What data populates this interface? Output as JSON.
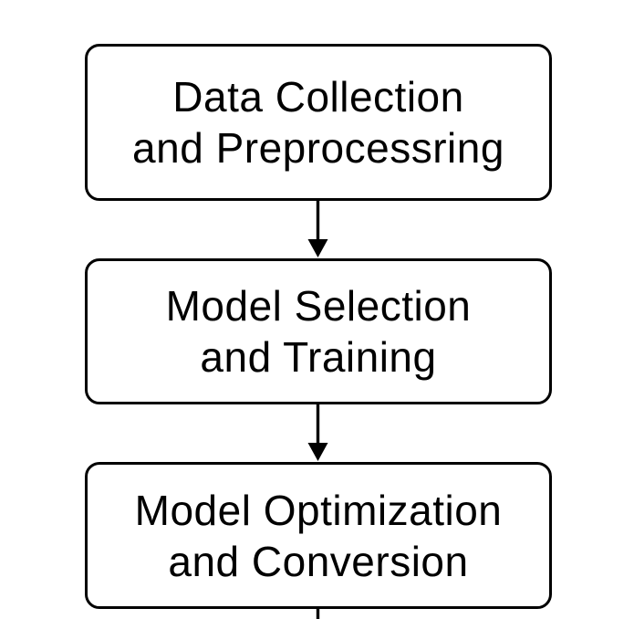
{
  "flowchart": {
    "nodes": [
      {
        "label": "Data Collection and Preprocessring",
        "lines": [
          "Data Collection",
          "and Preprocessring"
        ]
      },
      {
        "label": "Model Selection and Training",
        "lines": [
          "Model Selection",
          "and Training"
        ]
      },
      {
        "label": "Model Optimization and Conversion",
        "lines": [
          "Model Optimization",
          "and Conversion"
        ]
      }
    ],
    "connectors": [
      {
        "type": "arrow",
        "from": "Data Collection and Preprocessring",
        "to": "Model Selection and Training"
      },
      {
        "type": "arrow",
        "from": "Model Selection and Training",
        "to": "Model Optimization and Conversion"
      },
      {
        "type": "line",
        "from": "Model Optimization and Conversion",
        "to": "",
        "note": "line continues past bottom edge of image"
      }
    ],
    "colors": {
      "background": "#ffffff",
      "fill": "#ffffff",
      "border": "#000000",
      "text": "#000000",
      "line": "#000000"
    }
  }
}
